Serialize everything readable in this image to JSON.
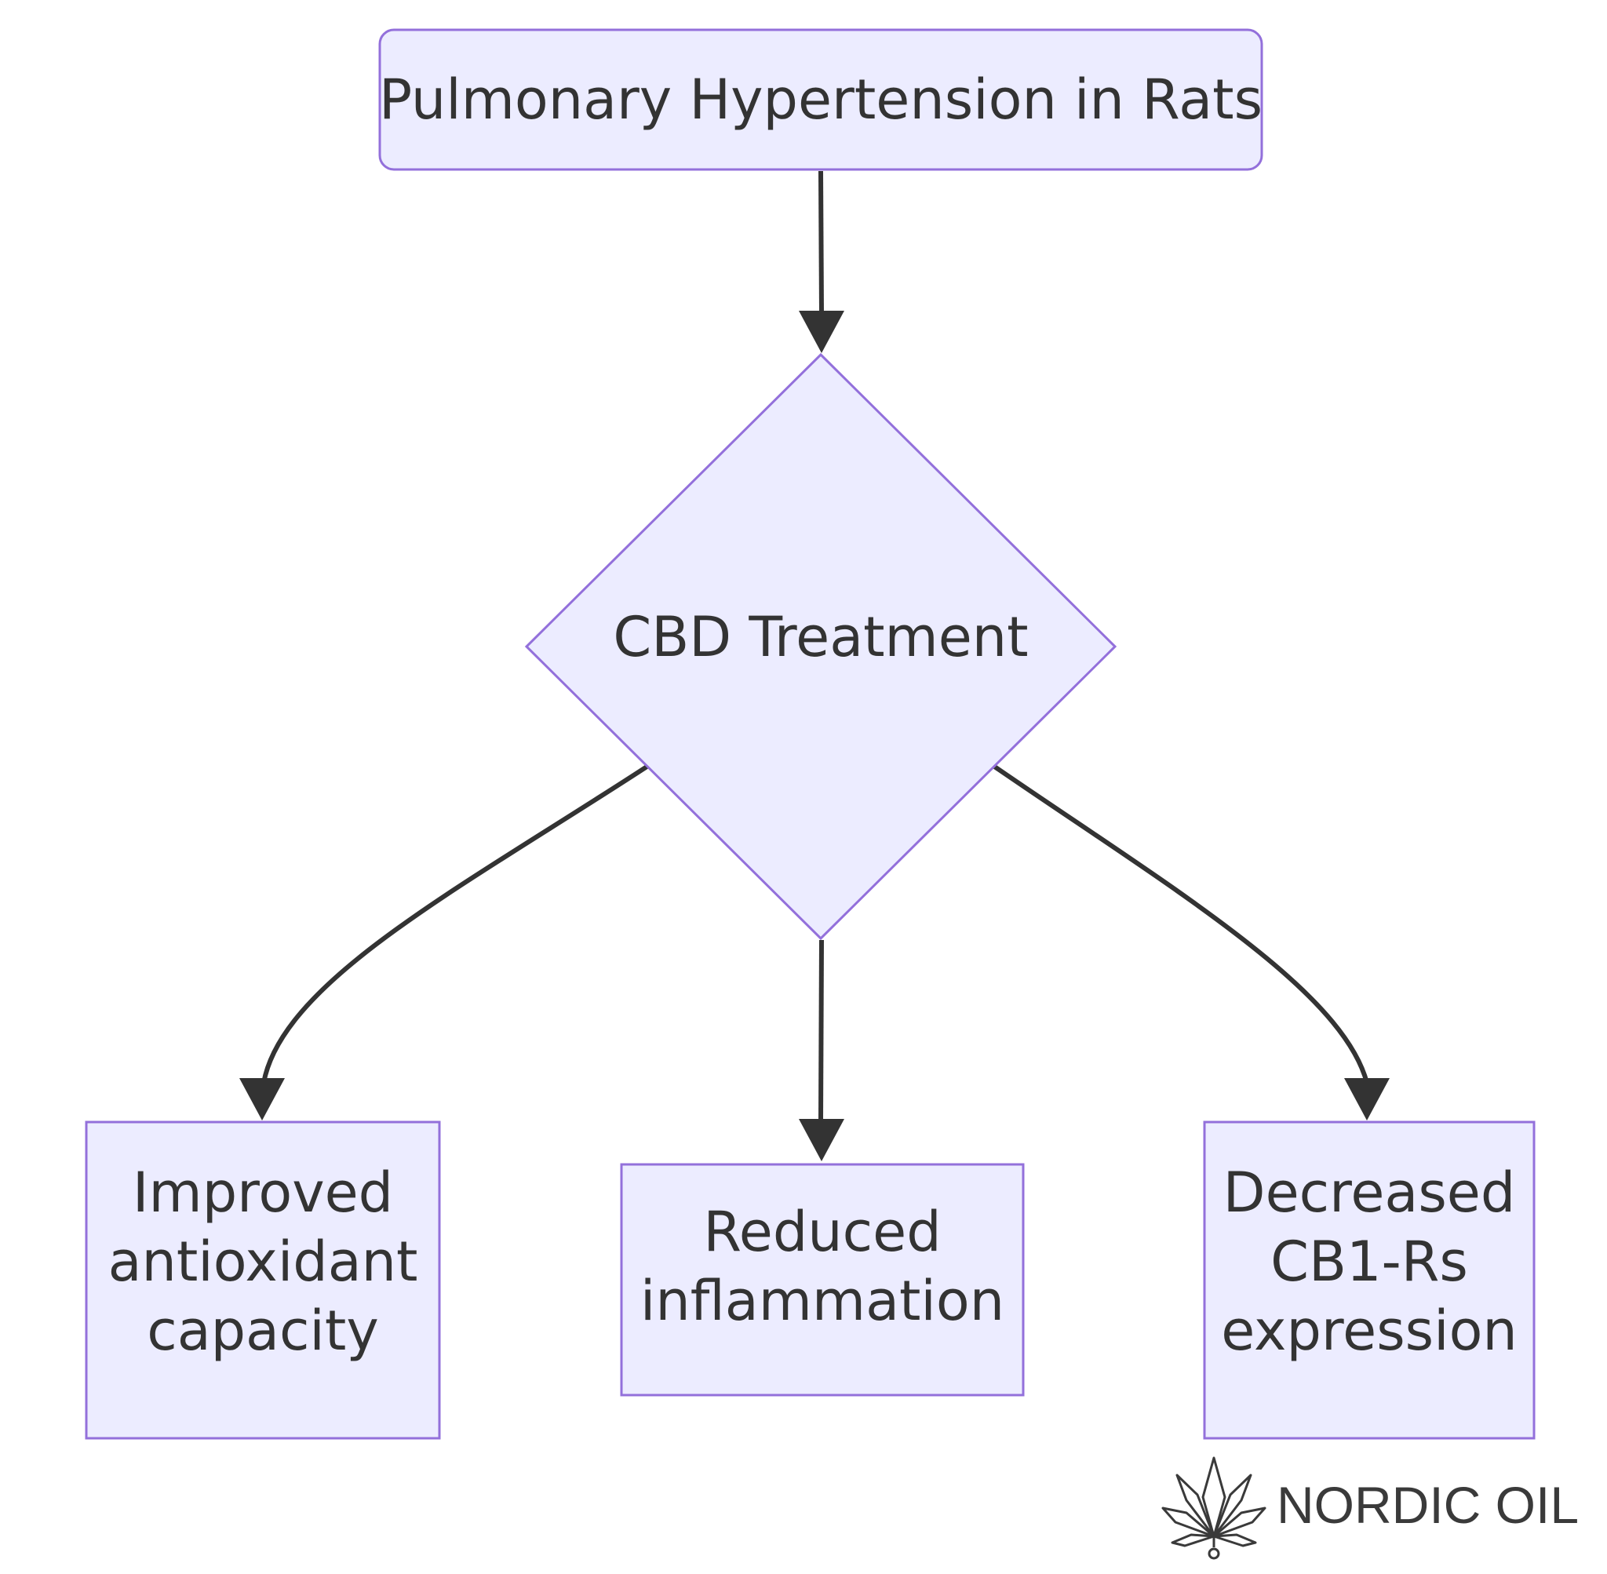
{
  "diagram": {
    "colors": {
      "node_fill": "#ECECFF",
      "node_stroke": "#9370DB",
      "edge": "#333333",
      "text": "#333333"
    },
    "nodes": {
      "root": {
        "shape": "rounded-rect",
        "lines": [
          "Pulmonary Hypertension in Rats"
        ]
      },
      "decision": {
        "shape": "diamond",
        "lines": [
          "CBD Treatment"
        ]
      },
      "left": {
        "shape": "rect",
        "lines": [
          "Improved",
          "antioxidant",
          "capacity"
        ]
      },
      "middle": {
        "shape": "rect",
        "lines": [
          "Reduced",
          "inflammation"
        ]
      },
      "right": {
        "shape": "rect",
        "lines": [
          "Decreased",
          "CB1-Rs",
          "expression"
        ]
      }
    },
    "edges": [
      {
        "from": "root",
        "to": "decision"
      },
      {
        "from": "decision",
        "to": "left"
      },
      {
        "from": "decision",
        "to": "middle"
      },
      {
        "from": "decision",
        "to": "right"
      }
    ]
  },
  "brand": {
    "name": "NORDIC OIL",
    "icon": "cannabis-leaf-icon"
  }
}
